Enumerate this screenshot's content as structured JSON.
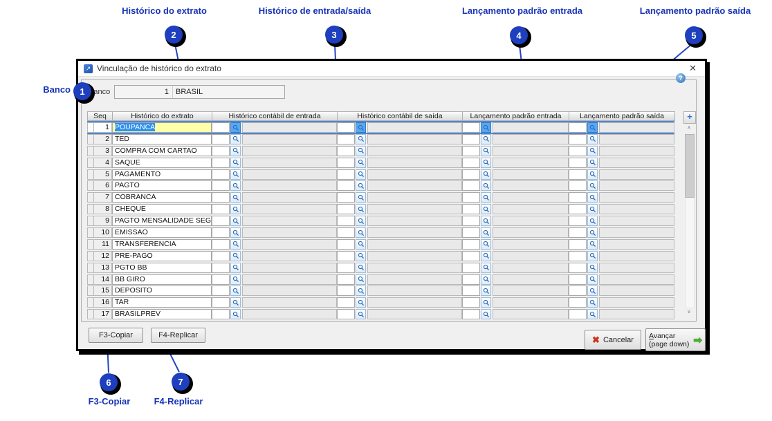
{
  "annotations": {
    "top": [
      {
        "num": "2",
        "label": "Histórico do extrato"
      },
      {
        "num": "3",
        "label": "Histórico de entrada/saída"
      },
      {
        "num": "4",
        "label": "Lançamento padrão entrada"
      },
      {
        "num": "5",
        "label": "Lançamento padrão saída"
      }
    ],
    "left": {
      "num": "1",
      "label": "Banco"
    },
    "bottom": [
      {
        "num": "6",
        "label": "F3-Copiar"
      },
      {
        "num": "7",
        "label": "F4-Replicar"
      }
    ]
  },
  "window": {
    "title": "Vinculação de histórico do extrato"
  },
  "form": {
    "banco_label": "Banco",
    "banco_code": "1",
    "banco_name": "BRASIL"
  },
  "table": {
    "headers": [
      "Seq",
      "Histórico do extrato",
      "Histórico contábil de entrada",
      "Histórico contábil de saída",
      "Lançamento padrão entrada",
      "Lançamento padrão saída"
    ],
    "rows": [
      {
        "seq": "1",
        "extrato": "POUPANCA"
      },
      {
        "seq": "2",
        "extrato": "TED"
      },
      {
        "seq": "3",
        "extrato": "COMPRA COM CARTAO"
      },
      {
        "seq": "4",
        "extrato": "SAQUE"
      },
      {
        "seq": "5",
        "extrato": "PAGAMENTO"
      },
      {
        "seq": "6",
        "extrato": "PAGTO"
      },
      {
        "seq": "7",
        "extrato": "COBRANCA"
      },
      {
        "seq": "8",
        "extrato": "CHEQUE"
      },
      {
        "seq": "9",
        "extrato": "PAGTO MENSALIDADE SEGURO"
      },
      {
        "seq": "10",
        "extrato": "EMISSAO"
      },
      {
        "seq": "11",
        "extrato": "TRANSFERENCIA"
      },
      {
        "seq": "12",
        "extrato": "PRE-PAGO"
      },
      {
        "seq": "13",
        "extrato": "PGTO BB"
      },
      {
        "seq": "14",
        "extrato": "BB GIRO"
      },
      {
        "seq": "15",
        "extrato": "DEPOSITO"
      },
      {
        "seq": "16",
        "extrato": "TAR"
      },
      {
        "seq": "17",
        "extrato": "BRASILPREV"
      }
    ]
  },
  "footer": {
    "copy": "F3-Copiar",
    "replicate": "F4-Replicar",
    "cancel": "Cancelar",
    "advance_line1": "Avançar",
    "advance_line2": "(page down)"
  },
  "icons": {
    "app": "↗",
    "close": "✕",
    "help": "?",
    "plus": "+",
    "scroll_up": "∧",
    "scroll_down": "∨",
    "cancel": "✖",
    "advance": "➡"
  },
  "colors": {
    "annotation_blue": "#1733B8",
    "circle_blue": "#1E3FBE",
    "selection_blue": "#2E90EF",
    "active_field_yellow": "#FFFFA6",
    "cancel_red": "#CC3322",
    "advance_green": "#4CAF2F",
    "magnifier_blue": "#2B6CB8"
  }
}
